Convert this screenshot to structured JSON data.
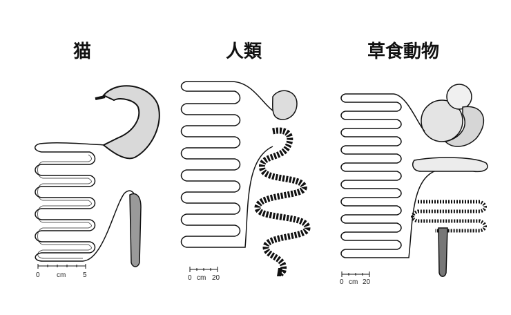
{
  "panels": [
    {
      "title": "猫",
      "scale": {
        "zero": "0",
        "unit": "cm",
        "max": "5"
      }
    },
    {
      "title": "人類",
      "scale": {
        "zero": "0",
        "unit": "cm",
        "max": "20"
      }
    },
    {
      "title": "草食動物",
      "scale": {
        "zero": "0",
        "unit": "cm",
        "max": "20"
      }
    }
  ]
}
